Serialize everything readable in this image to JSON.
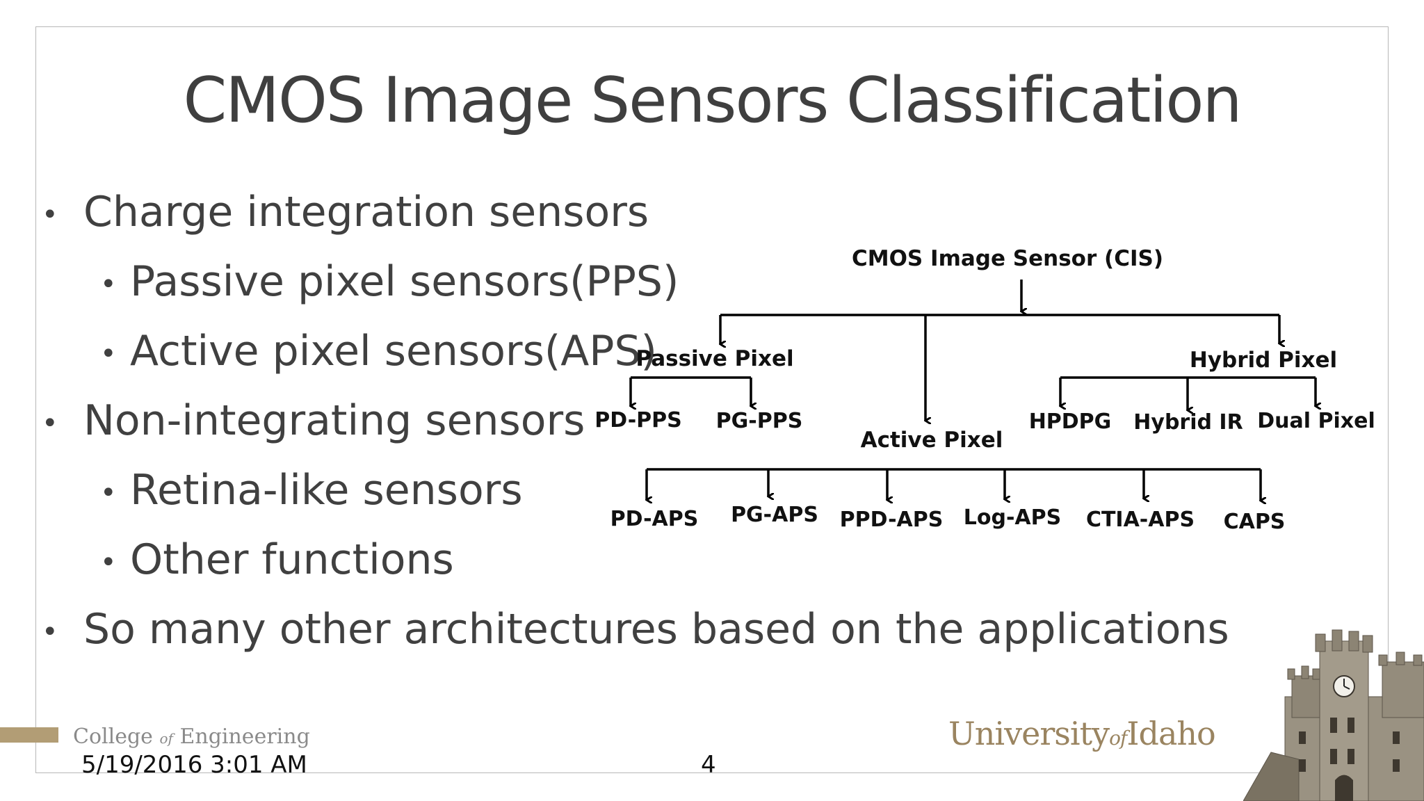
{
  "slide": {
    "title": "CMOS Image Sensors Classification",
    "bullets": [
      {
        "text": "Charge integration sensors"
      },
      {
        "text": "Passive pixel sensors(PPS)"
      },
      {
        "text": "Active pixel sensors(APS)"
      },
      {
        "text": "Non-integrating sensors"
      },
      {
        "text": "Retina-like sensors"
      },
      {
        "text": "Other functions"
      },
      {
        "text": "So many other architectures based on the applications"
      }
    ],
    "bullet_glyph": "•"
  },
  "diagram": {
    "root": "CMOS Image Sensor (CIS)",
    "passive": "Passive Pixel",
    "active": "Active Pixel",
    "hybrid": "Hybrid Pixel",
    "passive_children": [
      "PD-PPS",
      "PG-PPS"
    ],
    "hybrid_children": [
      "HPDPG",
      "Hybrid IR",
      "Dual Pixel"
    ],
    "active_children": [
      "PD-APS",
      "PG-APS",
      "PPD-APS",
      "Log-APS",
      "CTIA-APS",
      "CAPS"
    ]
  },
  "footer": {
    "college_pre": "College",
    "college_of": "of",
    "college_post": "Engineering",
    "date": "5/19/2016 3:01 AM",
    "page_number": "4",
    "univ_pre": "University",
    "univ_of": "of",
    "univ_post": "Idaho"
  },
  "colors": {
    "accent_gold": "#b29d75",
    "title_gray": "#3f3f3f"
  }
}
